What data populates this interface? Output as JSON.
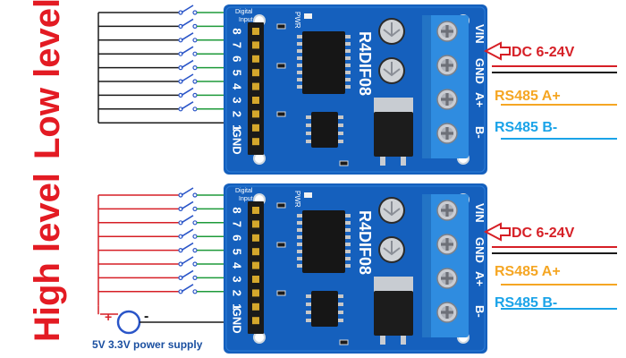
{
  "labels": {
    "low_level": "Low level",
    "high_level": "High level"
  },
  "board": {
    "model": "R4DIF08",
    "digital_header": [
      "Digital",
      "Input"
    ],
    "pwr": "PWR",
    "pins": [
      "8",
      "7",
      "6",
      "5",
      "4",
      "3",
      "2",
      "1",
      "GND"
    ],
    "terminals": [
      "VIN",
      "GND",
      "A+",
      "B-"
    ]
  },
  "callouts": {
    "dc": "DC 6-24V",
    "rs485_a": "RS485 A+",
    "rs485_b": "RS485 B-"
  },
  "power_supply": {
    "plus": "+",
    "minus": "-",
    "note": "5V 3.3V power supply"
  },
  "colors": {
    "label_red": "#e31b23",
    "pcb_blue": "#1560bd",
    "terminal_blue": "#2f8ce0",
    "wire_green": "#1e9a3a",
    "wire_red": "#d61f26",
    "wire_black": "#1a1a1a",
    "wire_blue": "#2a55c8",
    "rs485_a": "#f5a623",
    "rs485_b": "#1aa3e8",
    "note_blue": "#1a4fa0"
  }
}
